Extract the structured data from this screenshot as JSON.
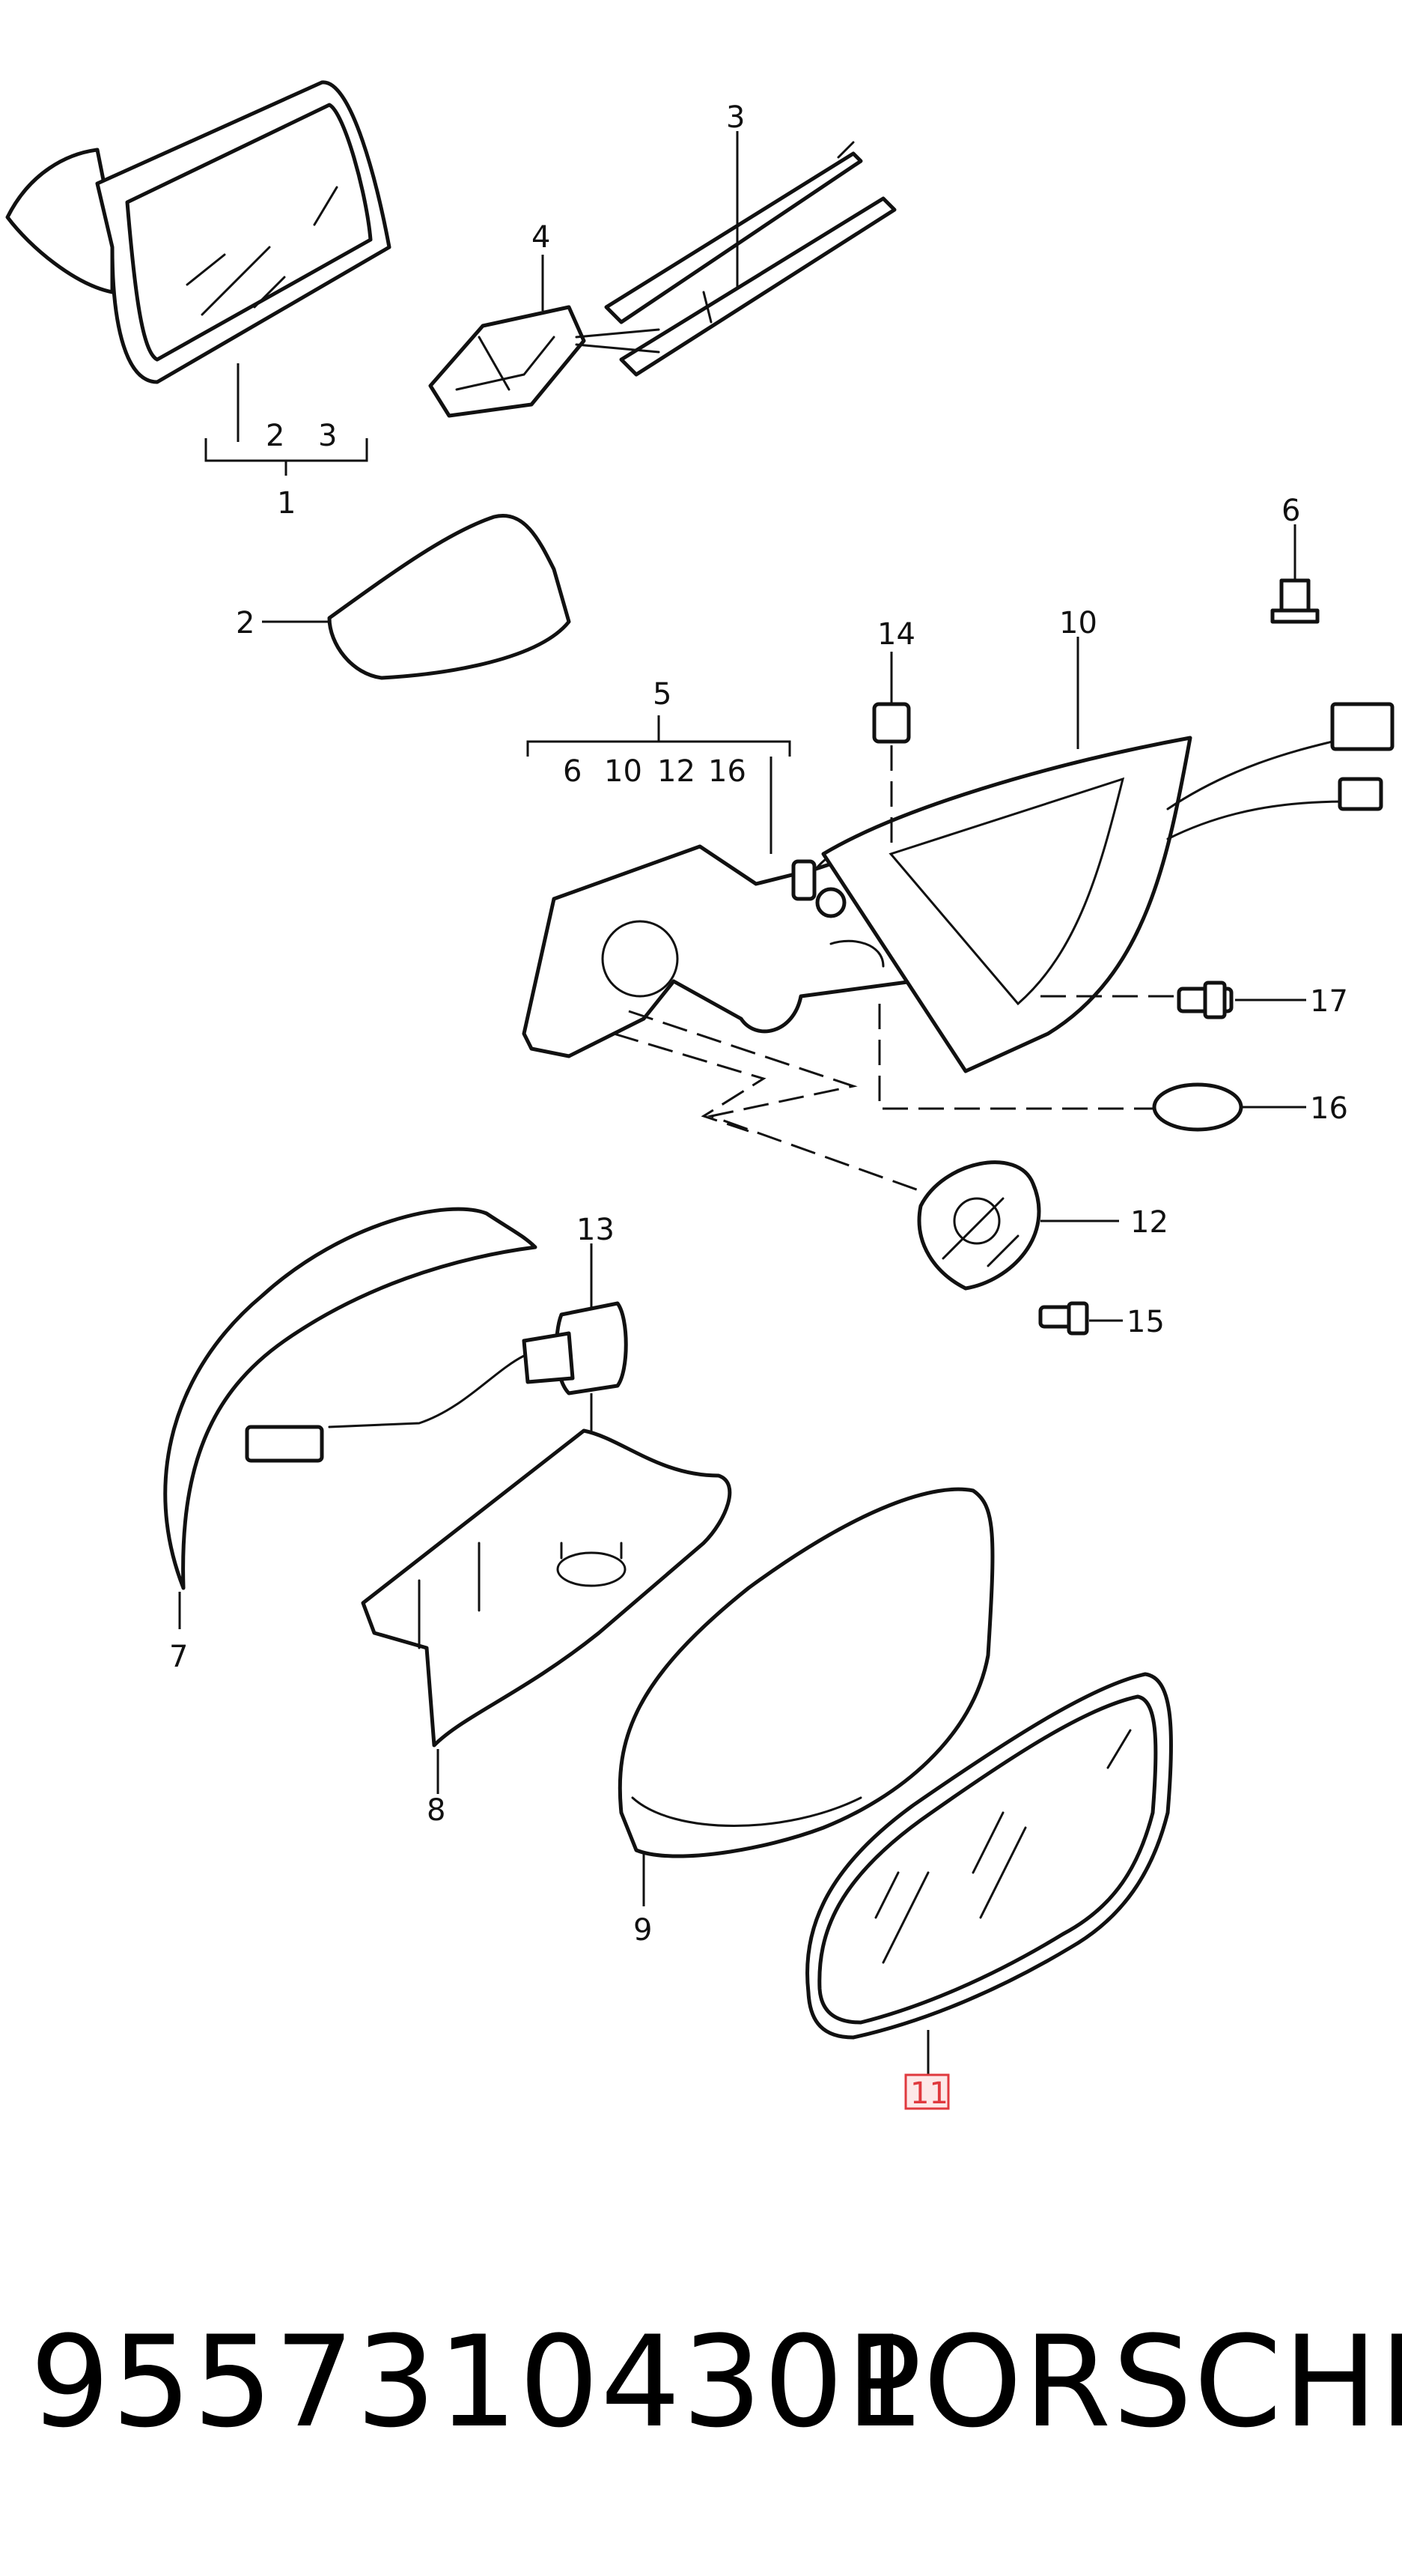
{
  "diagram": {
    "callouts": {
      "c1": "1",
      "c2_group": "2",
      "c3_group": "3",
      "c2": "2",
      "c3": "3",
      "c4": "4",
      "c5": "5",
      "c5_g6": "6",
      "c5_g10": "10",
      "c5_g12": "12",
      "c5_g16": "16",
      "c6": "6",
      "c7": "7",
      "c8": "8",
      "c9": "9",
      "c10": "10",
      "c11": "11",
      "c12": "12",
      "c13": "13",
      "c14": "14",
      "c15": "15",
      "c16": "16",
      "c17": "17"
    },
    "highlighted_callout": "11",
    "highlight_color": "#e0393e"
  },
  "footer": {
    "part_number": "95573104301",
    "brand": "PORSCHE"
  }
}
